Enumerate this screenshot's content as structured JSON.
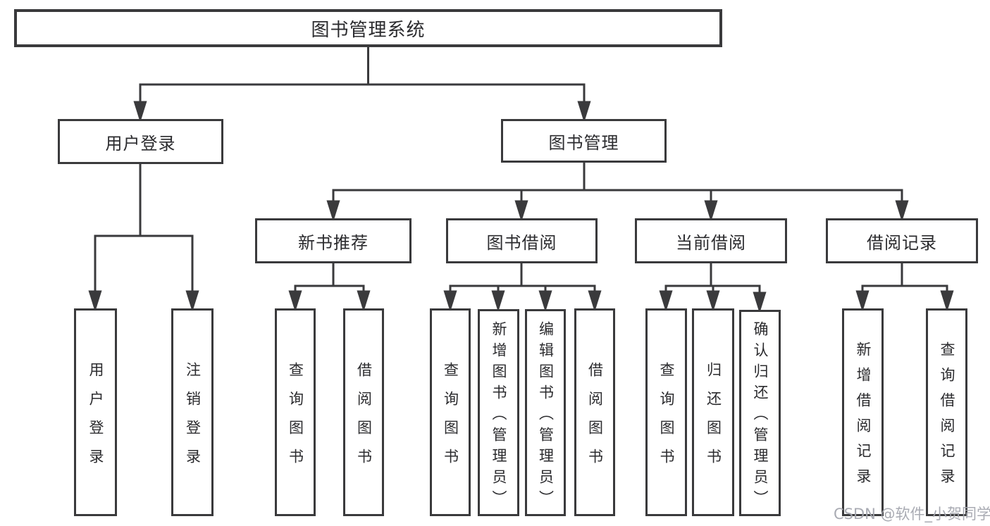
{
  "diagram": {
    "root": {
      "label": "图书管理系统"
    },
    "level2": [
      {
        "label": "用户登录",
        "parent": "图书管理系统"
      },
      {
        "label": "图书管理",
        "parent": "图书管理系统"
      }
    ],
    "level3": [
      {
        "label": "新书推荐",
        "parent": "图书管理"
      },
      {
        "label": "图书借阅",
        "parent": "图书管理"
      },
      {
        "label": "当前借阅",
        "parent": "图书管理"
      },
      {
        "label": "借阅记录",
        "parent": "图书管理"
      }
    ],
    "leaves": [
      {
        "label": "用户登录",
        "parent": "用户登录"
      },
      {
        "label": "注销登录",
        "parent": "用户登录"
      },
      {
        "label": "查询图书",
        "parent": "新书推荐"
      },
      {
        "label": "借阅图书",
        "parent": "新书推荐"
      },
      {
        "label": "查询图书",
        "parent": "图书借阅"
      },
      {
        "label": "新增图书（管理员）",
        "parent": "图书借阅"
      },
      {
        "label": "编辑图书（管理员）",
        "parent": "图书借阅"
      },
      {
        "label": "借阅图书",
        "parent": "图书借阅"
      },
      {
        "label": "查询图书",
        "parent": "当前借阅"
      },
      {
        "label": "归还图书",
        "parent": "当前借阅"
      },
      {
        "label": "确认归还（管理员）",
        "parent": "当前借阅"
      },
      {
        "label": "新增借阅记录",
        "parent": "借阅记录"
      },
      {
        "label": "查询借阅记录",
        "parent": "借阅记录"
      }
    ]
  },
  "watermark": {
    "text": "CSDN @软件_小贺同学"
  },
  "colors": {
    "line": "#3a3a3c",
    "box_border": "#3a3a3c",
    "text": "#2b2b2e",
    "watermark": "#a4a7af",
    "background": "#ffffff"
  }
}
